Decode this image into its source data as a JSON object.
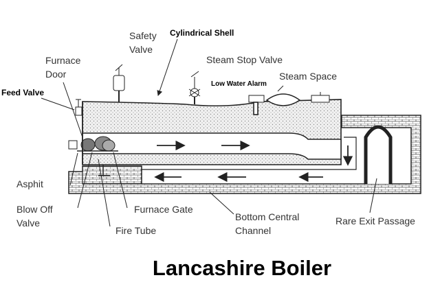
{
  "title": "Lancashire Boiler",
  "labels": {
    "safety_valve_1": "Safety",
    "safety_valve_2": "Valve",
    "cylindrical_shell": "Cylindrical Shell",
    "furnace_door_1": "Furnace",
    "furnace_door_2": "Door",
    "steam_stop_valve": "Steam Stop Valve",
    "low_water_alarm": "Low Water Alarm",
    "steam_space": "Steam Space",
    "feed_valve": "Feed Valve",
    "asphit": "Asphit",
    "blow_off_valve_1": "Blow Off",
    "blow_off_valve_2": "Valve",
    "furnace_gate": "Furnace Gate",
    "fire_tube": "Fire Tube",
    "bottom_channel_1": "Bottom Central",
    "bottom_channel_2": "Channel",
    "rare_exit_passage": "Rare Exit Passage"
  },
  "colors": {
    "line": "#222222",
    "water_fill": "#ebebeb",
    "brick": "#555555",
    "text": "#333333"
  }
}
